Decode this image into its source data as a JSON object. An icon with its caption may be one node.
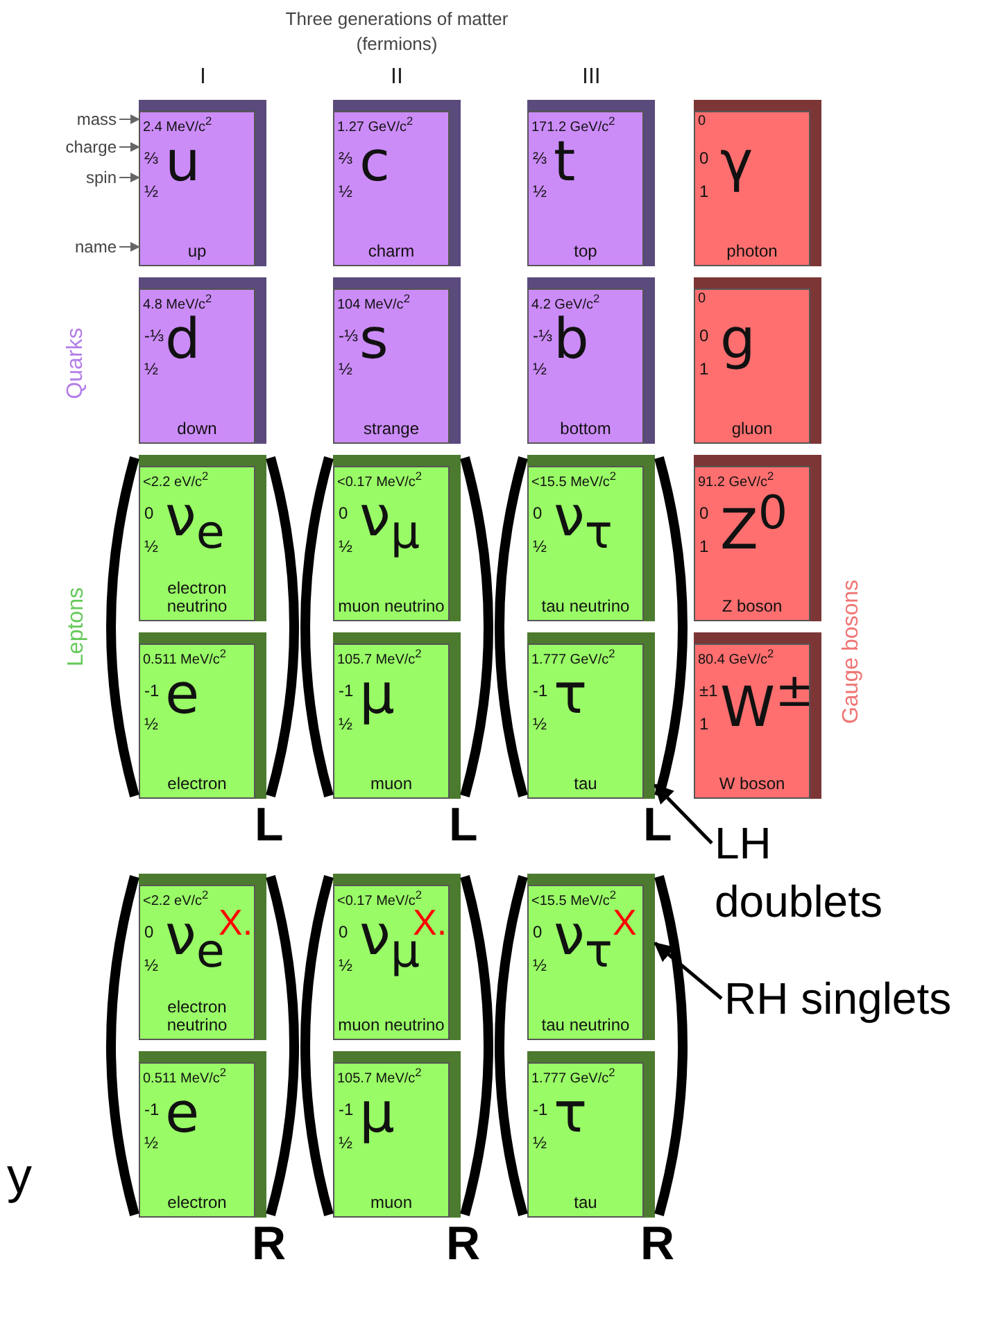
{
  "diagram": {
    "nodes": [
      {
        "text": [
          "mass"
        ]
      },
      {
        "text": [
          "charge"
        ]
      },
      {
        "text": [
          "spin"
        ]
      },
      {
        "text": [
          "name"
        ]
      },
      {
        "text": [
          "2.4 MeV/c$^{2}$",
          "⅔",
          "½",
          "u",
          "up"
        ]
      },
      {
        "text": [
          "1.27 GeV/c$^{2}$",
          "⅔",
          "½",
          "c",
          "charm"
        ]
      },
      {
        "text": [
          "171.2 GeV/c$^{2}$",
          "⅔",
          "½",
          "t",
          "top"
        ]
      },
      {
        "text": [
          "0",
          "0",
          "1",
          "γ",
          "photon"
        ]
      },
      {
        "text": [
          "4.8 MeV/c$^{2}$",
          "-⅓",
          "½",
          "d",
          "down"
        ]
      },
      {
        "text": [
          "104 MeV/c$^{2}$",
          "-⅓",
          "½",
          "s",
          "strange"
        ]
      },
      {
        "text": [
          "4.2 GeV/c$^{2}$",
          "-⅓",
          "½",
          "b",
          "bottom"
        ]
      },
      {
        "text": [
          "0",
          "0",
          "1",
          "g",
          "gluon"
        ]
      },
      {
        "text": [
          "<2.2 eV/c$^{2}$",
          "0",
          "½",
          "ν$_{e}$",
          "electron neutrino"
        ]
      },
      {
        "text": [
          "<0.17 MeV/c$^{2}$",
          "0",
          "½",
          "ν$_{μ}$",
          "muon neutrino"
        ]
      },
      {
        "text": [
          "<15.5 MeV/c$^{2}$",
          "0",
          "½",
          "ν$_{τ}$",
          "tau neutrino"
        ]
      },
      {
        "text": [
          "91.2 GeV/c$^{2}$",
          "0",
          "1",
          "Z$^{0}$",
          "Z boson"
        ]
      },
      {
        "text": [
          "0.511 MeV/c$^{2}$",
          "-1",
          "½",
          "e",
          "electron"
        ]
      },
      {
        "text": [
          "105.7 MeV/c$^{2}$",
          "-1",
          "½",
          "μ",
          "muon"
        ]
      },
      {
        "text": [
          "1.777 GeV/c$^{2}$",
          "-1",
          "½",
          "τ",
          "tau"
        ]
      },
      {
        "text": [
          "80.4 GeV/c$^{2}$",
          "±1",
          "1",
          "W$^{±}$",
          "W boson"
        ]
      },
      {
        "text": [
          "LH doublets"
        ]
      },
      {
        "text": [
          "<2.2 eV/c$^{2}$",
          "0",
          "½",
          "ν$_{e}$",
          "electron neutrino"
        ]
      },
      {
        "text": [
          "<0.17 MeV/c$^{2}$",
          "0",
          "½",
          "ν$_{μ}$",
          "muon neutrino"
        ]
      },
      {
        "text": [
          "<15.5 MeV/c$^{2}$",
          "0",
          "½",
          "ν$_{τ}$",
          "tau neutrino"
        ]
      },
      {
        "text": [
          "0.511 MeV/c$^{2}$",
          "-1",
          "½",
          "e",
          "electron"
        ]
      },
      {
        "text": [
          "105.7 MeV/c$^{2}$",
          "-1",
          "½",
          "μ",
          "muon"
        ]
      },
      {
        "text": [
          "1.777 GeV/c$^{2}$",
          "-1",
          "½",
          "τ",
          "tau"
        ]
      },
      {
        "text": [
          "RH singlets"
        ]
      }
    ],
    "edges": [
      {
        "from": 0,
        "to": 4,
        "arrow": "to"
      },
      {
        "from": 1,
        "to": 4,
        "arrow": "to"
      },
      {
        "from": 2,
        "to": 4,
        "arrow": "to"
      },
      {
        "from": 3,
        "to": 4,
        "arrow": "to"
      },
      {
        "from": 20,
        "to": 18,
        "arrow": "to",
        "style": "thick",
        "color": "#000000"
      },
      {
        "from": 27,
        "to": 23,
        "arrow": "to",
        "style": "thick",
        "color": "#000000"
      }
    ],
    "labels": [
      "Three generations of matter (fermions)",
      "I",
      "II",
      "III",
      "Quarks",
      "Leptons",
      "Gauge bosons",
      "L",
      "L",
      "L",
      "X.",
      "X.",
      "X",
      "y",
      "R",
      "R",
      "R"
    ]
  }
}
